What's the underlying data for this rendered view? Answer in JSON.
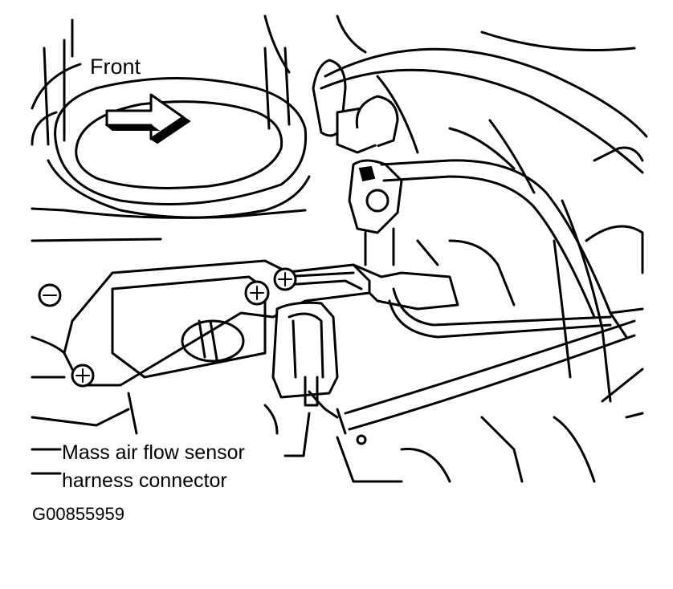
{
  "labels": {
    "front": "Front",
    "maf_line1": "Mass air flow sensor",
    "maf_line2": "harness connector",
    "figure_id": "G00855959"
  },
  "colors": {
    "ink": "#000000",
    "paper": "#ffffff"
  }
}
